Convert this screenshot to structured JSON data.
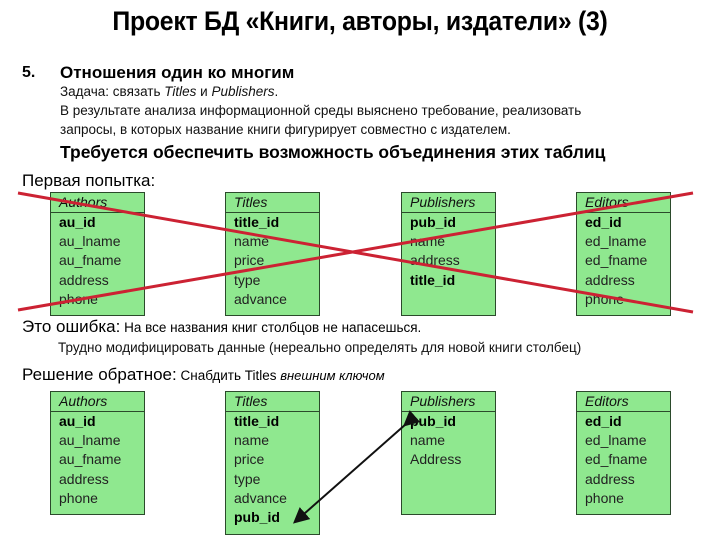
{
  "title": "Проект БД «Книги, авторы, издатели» (3)",
  "section": {
    "number": "5.",
    "title": "Отношения один ко многим",
    "task_prefix": "Задача: связать ",
    "task_t1": "Titles",
    "task_mid": " и ",
    "task_t2": "Publishers",
    "task_end": ".",
    "analysis_line1": "В результате анализа информационной среды выяснено требование, реализовать",
    "analysis_line2": "запросы, в которых название книги фигурирует совместно с издателем.",
    "requirement": "Требуется обеспечить возможность объединения этих таблиц"
  },
  "first_attempt": {
    "label": "Первая попытка:",
    "crossed_out": true,
    "cross_color": "#cc2233",
    "tables": [
      {
        "name": "Authors",
        "fields": [
          {
            "name": "au_id",
            "key": true
          },
          {
            "name": "au_lname",
            "key": false
          },
          {
            "name": "au_fname",
            "key": false
          },
          {
            "name": "address",
            "key": false
          },
          {
            "name": "phone",
            "key": false
          }
        ]
      },
      {
        "name": "Titles",
        "fields": [
          {
            "name": "title_id",
            "key": true
          },
          {
            "name": "name",
            "key": false
          },
          {
            "name": "price",
            "key": false
          },
          {
            "name": "type",
            "key": false
          },
          {
            "name": "advance",
            "key": false
          }
        ]
      },
      {
        "name": "Publishers",
        "fields": [
          {
            "name": "pub_id",
            "key": true
          },
          {
            "name": "name",
            "key": false
          },
          {
            "name": "address",
            "key": false
          },
          {
            "name": "title_id",
            "key": true
          }
        ]
      },
      {
        "name": "Editors",
        "fields": [
          {
            "name": "ed_id",
            "key": true
          },
          {
            "name": "ed_lname",
            "key": false
          },
          {
            "name": "ed_fname",
            "key": false
          },
          {
            "name": "address",
            "key": false
          },
          {
            "name": "phone",
            "key": false
          }
        ]
      }
    ]
  },
  "error": {
    "label": "Это ошибка:",
    "text": " На все названия книг столбцов не напасешься.",
    "detail": "Трудно модифицировать данные (нереально определять для новой книги столбец)"
  },
  "solution": {
    "label": "Решение обратное:",
    "text": " Снабдить Titles ",
    "emphasis": "внешним ключом",
    "relation": {
      "from": "Publishers.pub_id",
      "to": "Titles.pub_id",
      "arrows": "both"
    },
    "tables": [
      {
        "name": "Authors",
        "fields": [
          {
            "name": "au_id",
            "key": true
          },
          {
            "name": "au_lname",
            "key": false
          },
          {
            "name": "au_fname",
            "key": false
          },
          {
            "name": "address",
            "key": false
          },
          {
            "name": "phone",
            "key": false
          }
        ]
      },
      {
        "name": "Titles",
        "fields": [
          {
            "name": "title_id",
            "key": true
          },
          {
            "name": "name",
            "key": false
          },
          {
            "name": "price",
            "key": false
          },
          {
            "name": "type",
            "key": false
          },
          {
            "name": "advance",
            "key": false
          },
          {
            "name": "pub_id",
            "key": true
          }
        ]
      },
      {
        "name": "Publishers",
        "fields": [
          {
            "name": "pub_id",
            "key": true
          },
          {
            "name": "name",
            "key": false
          },
          {
            "name": "Address",
            "key": false
          }
        ]
      },
      {
        "name": "Editors",
        "fields": [
          {
            "name": "ed_id",
            "key": true
          },
          {
            "name": "ed_lname",
            "key": false
          },
          {
            "name": "ed_fname",
            "key": false
          },
          {
            "name": "address",
            "key": false
          },
          {
            "name": "phone",
            "key": false
          }
        ]
      }
    ]
  },
  "colors": {
    "table_fill": "#8fe88f",
    "table_border": "#2b4a2b",
    "cross": "#cc2233",
    "arrow": "#111111"
  }
}
